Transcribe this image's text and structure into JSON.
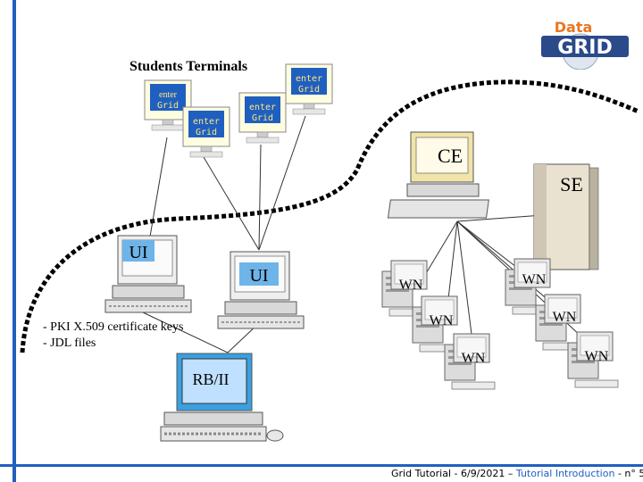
{
  "title": "Students Terminals",
  "terminal_label": "enter Grid",
  "nodes": {
    "ce": "CE",
    "se": "SE",
    "ui": "UI",
    "rb": "RB/II",
    "wn": "WN"
  },
  "notes": [
    "- PKI X.509 certificate keys",
    "- JDL files"
  ],
  "logo": {
    "top": "Data",
    "bottom": "GRID"
  },
  "footer": {
    "prefix": "Grid Tutorial - 6/9/2021 – ",
    "highlight": "Tutorial Introduction",
    "suffix": " - n° 5"
  },
  "colors": {
    "accent": "#1f5fbf",
    "logo_orange": "#e87722",
    "dashed_line": "#000000"
  }
}
